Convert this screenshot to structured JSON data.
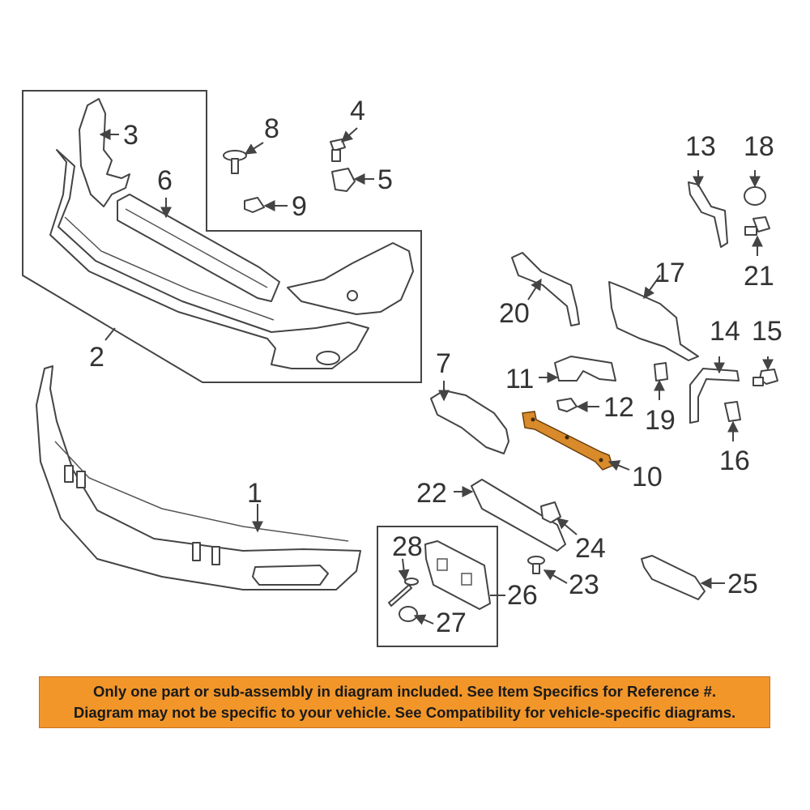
{
  "callouts": {
    "c1": "1",
    "c2": "2",
    "c3": "3",
    "c4": "4",
    "c5": "5",
    "c6": "6",
    "c7": "7",
    "c8": "8",
    "c9": "9",
    "c10": "10",
    "c11": "11",
    "c12": "12",
    "c13": "13",
    "c14": "14",
    "c15": "15",
    "c16": "16",
    "c17": "17",
    "c18": "18",
    "c19": "19",
    "c20": "20",
    "c21": "21",
    "c22": "22",
    "c23": "23",
    "c24": "24",
    "c25": "25",
    "c26": "26",
    "c27": "27",
    "c28": "28"
  },
  "highlight": {
    "part": "10",
    "color": "#d98a2b"
  },
  "notice": {
    "line1": "Only one part or sub-assembly in diagram included. See Item Specifics for Reference #.",
    "line2": "Diagram may not be specific to your vehicle. See Compatibility for vehicle-specific diagrams.",
    "color": "#f2962a"
  }
}
